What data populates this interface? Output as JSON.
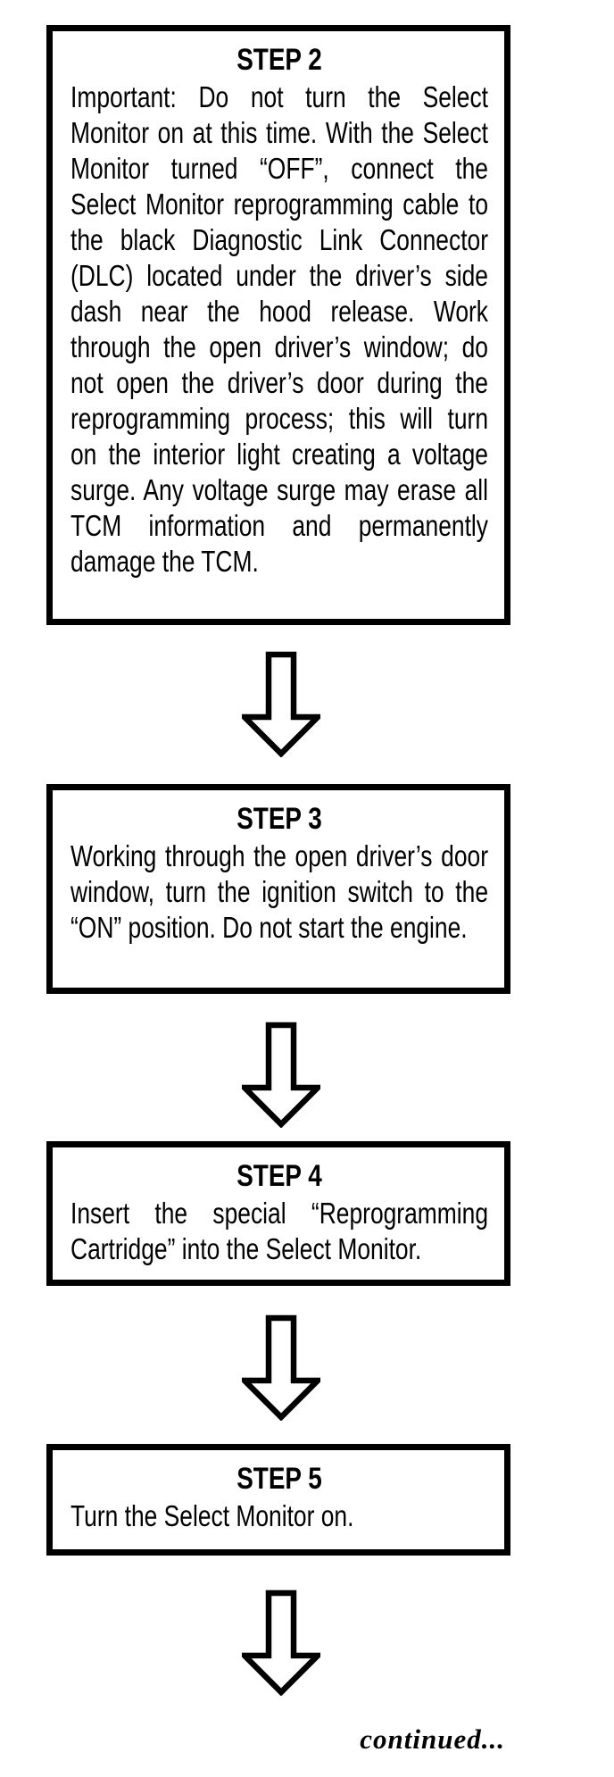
{
  "document": {
    "background_color": "#ffffff",
    "ink_color": "#000000",
    "steps": [
      {
        "title": "STEP 2",
        "body": "Important: Do not turn the Select Monitor on at this time. With the Select Monitor turned “OFF”, connect the Select Monitor reprogramming cable to the black Diagnostic Link Connector (DLC) located under the driver’s side dash near the hood release. Work through the open driver’s window; do not open the driver’s door during the reprogramming process; this will turn on the interior light creating a voltage surge. Any voltage surge may erase all TCM information and permanently damage the TCM."
      },
      {
        "title": "STEP 3",
        "body": "Working through the open driver’s door window, turn the ignition switch to the “ON” position. Do not start the engine."
      },
      {
        "title": "STEP 4",
        "body": "Insert the special “Reprogramming Cartridge” into the Select Monitor."
      },
      {
        "title": "STEP 5",
        "body": "Turn the Select Monitor on."
      }
    ],
    "connectors": [
      "down-arrow-icon",
      "down-arrow-icon",
      "down-arrow-icon",
      "down-arrow-icon"
    ],
    "footer": {
      "continued_label": "continued..."
    }
  }
}
